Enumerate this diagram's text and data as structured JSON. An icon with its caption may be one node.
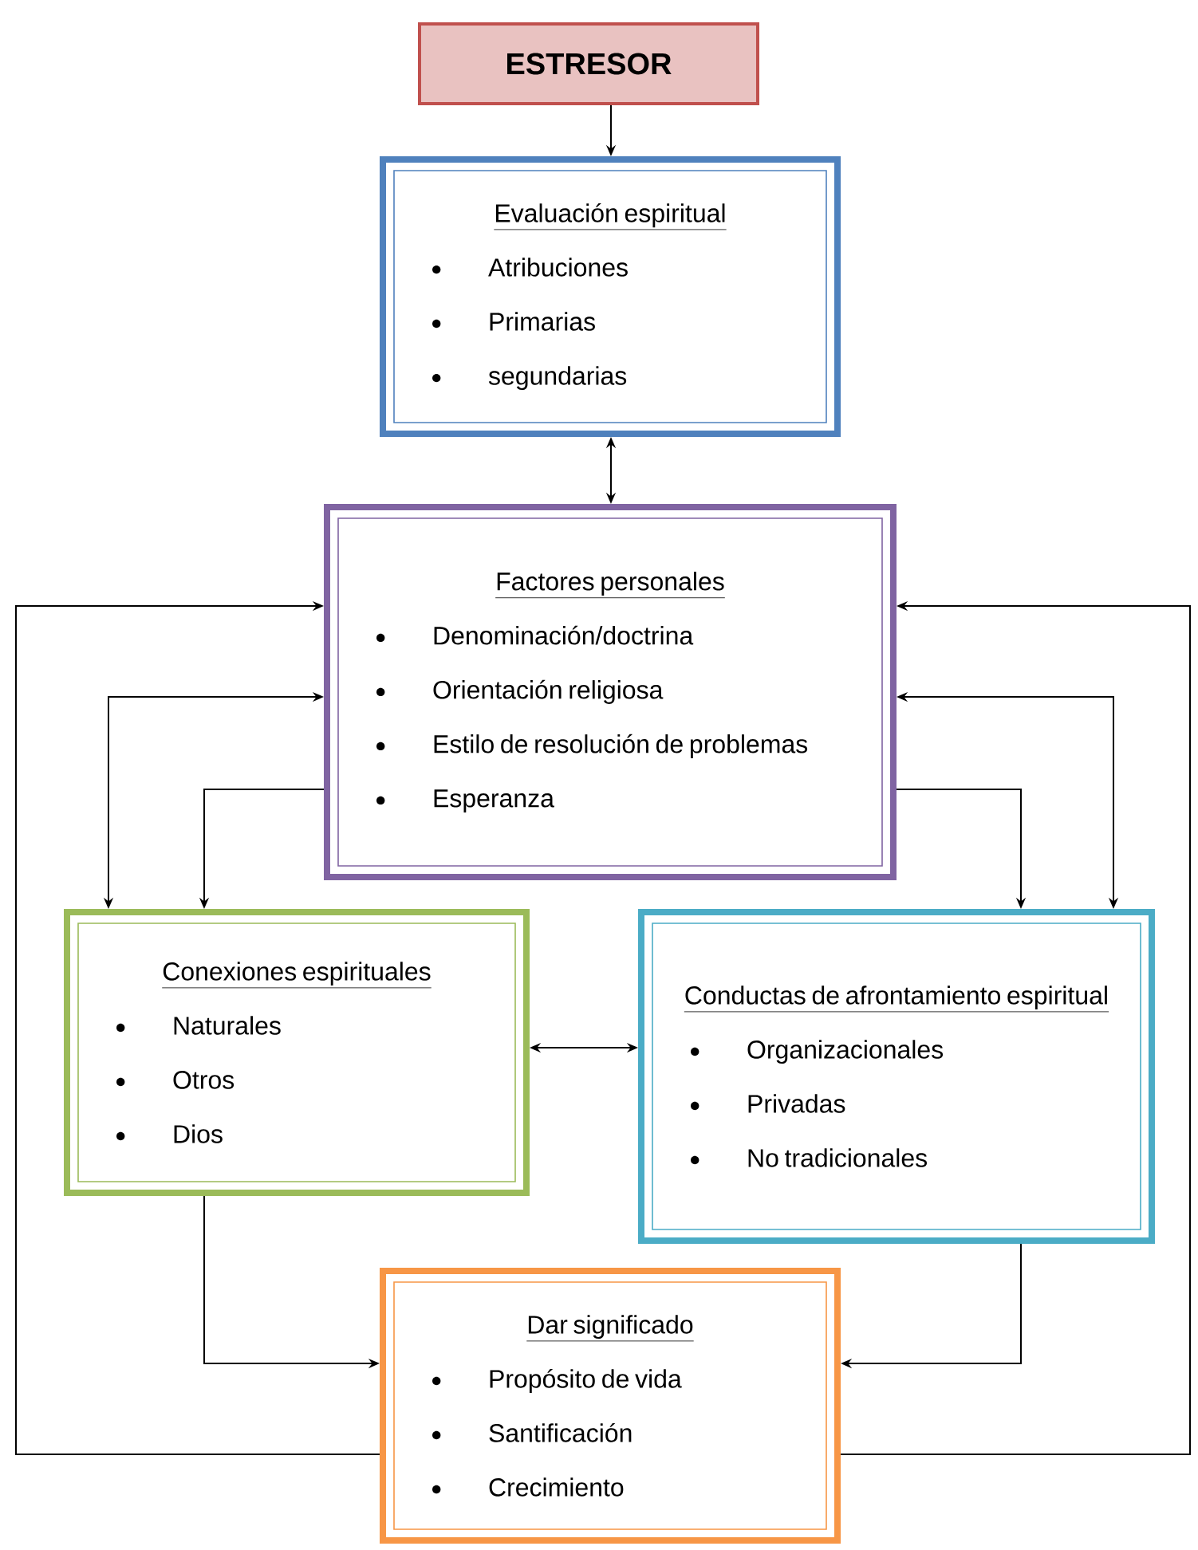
{
  "diagram": {
    "nodes": [
      {
        "text": [
          "ESTRESOR"
        ]
      },
      {
        "text": [
          "Evaluación espiritual",
          "Atribuciones",
          "Primarias",
          "segundarias"
        ]
      },
      {
        "text": [
          "Factores personales",
          "Denominación/doctrina",
          "Orientación religiosa",
          "Estilo de resolución de problemas",
          "Esperanza"
        ]
      },
      {
        "text": [
          "Conexiones espirituales",
          "Naturales",
          "Otros",
          "Dios"
        ]
      },
      {
        "text": [
          "Conductas de afrontamiento espiritual",
          "Organizacionales",
          "Privadas",
          "No tradicionales"
        ]
      },
      {
        "text": [
          "Dar significado",
          "Propósito de vida",
          "Santificación",
          "Crecimiento"
        ]
      }
    ],
    "edges": [
      {
        "from": 0,
        "to": 1,
        "arrow": "to"
      },
      {
        "from": 1,
        "to": 2,
        "arrow": "both"
      },
      {
        "from": 5,
        "to": 2,
        "arrow": "to"
      },
      {
        "from": 5,
        "to": 2,
        "arrow": "to"
      },
      {
        "from": 2,
        "to": 3,
        "arrow": "both"
      },
      {
        "from": 2,
        "to": 3,
        "arrow": "to"
      },
      {
        "from": 2,
        "to": 4,
        "arrow": "both"
      },
      {
        "from": 2,
        "to": 4,
        "arrow": "to"
      },
      {
        "from": 3,
        "to": 4,
        "arrow": "both"
      },
      {
        "from": 3,
        "to": 5,
        "arrow": "to"
      },
      {
        "from": 4,
        "to": 5,
        "arrow": "to"
      }
    ]
  }
}
